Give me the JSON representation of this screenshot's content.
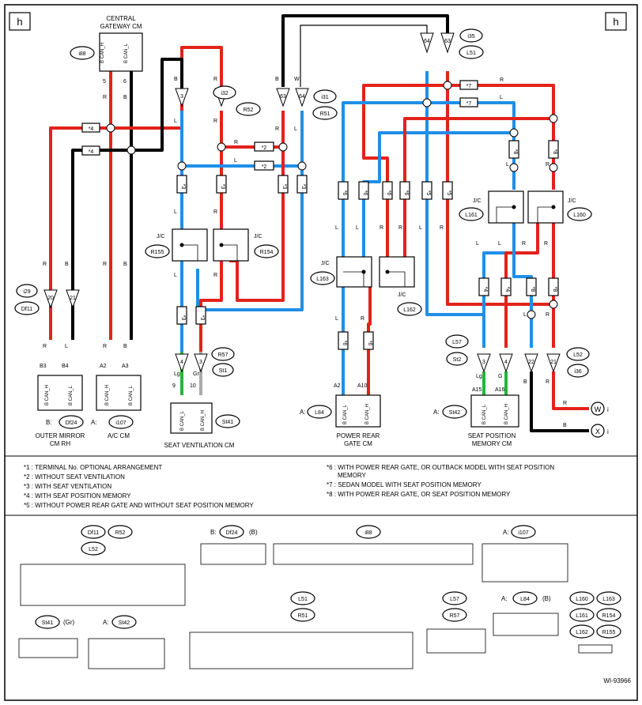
{
  "page": {
    "section_marker": "h",
    "diagram_id": "WI-93966"
  },
  "components": {
    "central_gateway": {
      "name_line1": "CENTRAL",
      "name_line2": "GATEWAY CM",
      "ref": "i88",
      "pin1": "B CAN_H",
      "pin2": "B CAN_L"
    },
    "outer_mirror": {
      "prefix": "B:",
      "ref": "Df24",
      "name_line1": "OUTER MIRROR",
      "name_line2": "CM RH",
      "pin1": "B CAN_H",
      "pin2": "B CAN_L"
    },
    "ac_cm": {
      "prefix": "A:",
      "ref": "i107",
      "name": "A/C CM",
      "pin1": "B CAN_H",
      "pin2": "B CAN_L"
    },
    "seat_ventilation": {
      "ref": "St41",
      "name": "SEAT VENTILATION CM",
      "pin1": "B CAN_L",
      "pin2": "B CAN_H"
    },
    "power_rear_gate": {
      "prefix": "A:",
      "ref": "L84",
      "name_line1": "POWER REAR",
      "name_line2": "GATE CM",
      "pin1": "B CAN_L",
      "pin2": "B CAN_H"
    },
    "seat_memory": {
      "prefix": "A:",
      "ref": "St42",
      "name_line1": "SEAT POSITION",
      "name_line2": "MEMORY CM",
      "pin1": "B CAN_L",
      "pin2": "B CAN_H"
    }
  },
  "junctions": {
    "r155": {
      "label": "J/C",
      "ref": "R155"
    },
    "r154": {
      "label": "J/C",
      "ref": "R154"
    },
    "l163": {
      "label": "J/C",
      "ref": "L163"
    },
    "l162": {
      "label": "J/C",
      "ref": "L162"
    },
    "l161": {
      "label": "J/C",
      "ref": "L161"
    },
    "l160": {
      "label": "J/C",
      "ref": "L160"
    }
  },
  "pins": {
    "r52_a": "3",
    "r52_b": "2",
    "r51_a": "63",
    "r51_b": "64",
    "l51_a": "64",
    "l51_b": "63",
    "df11_a": "20",
    "df11_b": "21",
    "st1_a": "4",
    "st1_b": "3",
    "st2_a": "3",
    "st2_b": "4",
    "i36_a": "22",
    "i36_b": "21"
  },
  "refs": {
    "i32": "i32",
    "r52": "R52",
    "i31": "i31",
    "r51": "R51",
    "i35": "i35",
    "l51": "L51",
    "i29": "i29",
    "df11": "Df11",
    "r57": "R57",
    "st1": "St1",
    "l57": "L57",
    "st2": "St2",
    "l52": "L52",
    "i36": "i36"
  },
  "stars": {
    "s2": "*2",
    "s3": "*3",
    "s4": "*4",
    "s5": "*5",
    "s6": "*6",
    "s7": "*7",
    "s8": "*8"
  },
  "colors": {
    "r": "R",
    "b": "B",
    "l": "L",
    "w": "W"
  },
  "pinlabels": {
    "b3": "B3",
    "b4": "B4",
    "a2": "A2",
    "a3": "A3",
    "p9": "9",
    "p10": "10",
    "a10": "A10",
    "a15": "A15",
    "a16": "A16",
    "p5": "5",
    "p6": "6",
    "lg": "Lg",
    "gr": "Gr",
    "g": "G"
  },
  "terminals": {
    "w": "W",
    "x": "X",
    "suffix": "i"
  },
  "notes": [
    "*1  : TERMINAL No. OPTIONAL ARRANGEMENT",
    "*2  : WITHOUT SEAT VENTILATION",
    "*3  : WITH SEAT VENTILATION",
    "*4  : WITH SEAT POSITION MEMORY",
    "*5  : WITHOUT POWER REAR GATE AND WITHOUT SEAT POSITION MEMORY",
    "*6  : WITH POWER REAR GATE, OR OUTBACK MODEL WITH SEAT POSITION",
    "MEMORY",
    "*7  : SEDAN MODEL WITH SEAT POSITION MEMORY",
    "*8  : WITH POWER REAR GATE, OR SEAT POSITION MEMORY"
  ],
  "faces": {
    "df11": "Df11",
    "r52": "R52",
    "l52": "L52",
    "b_prefix": "B:",
    "df24": "Df24",
    "df24_suffix": "(B)",
    "i88": "i88",
    "a_prefix": "A:",
    "i107": "i107",
    "l51": "L51",
    "r51": "R51",
    "l57": "L57",
    "r57": "R57",
    "l84": "L84",
    "l160": "L160",
    "l163": "L163",
    "l161": "L161",
    "r154": "R154",
    "l162": "L162",
    "r155": "R155",
    "st41": "St41",
    "gr_suffix": "(Gr)",
    "st42": "St42"
  }
}
